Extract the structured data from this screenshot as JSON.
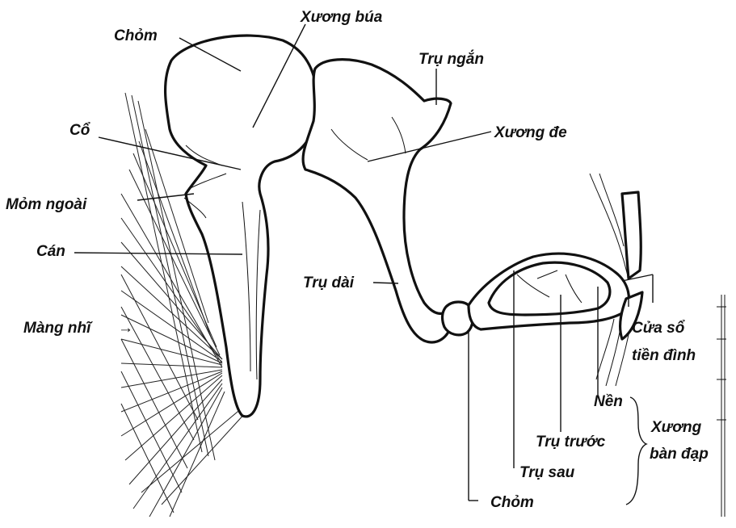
{
  "labels": {
    "malleus": "Xương búa",
    "malleus_head": "Chỏm",
    "neck": "Cổ",
    "lateral_process": "Mỏm ngoài",
    "handle": "Cán",
    "eardrum": "Màng nhĩ",
    "short_process": "Trụ ngắn",
    "incus": "Xương đe",
    "long_process": "Trụ dài",
    "oval_window_line1": "Cửa sổ",
    "oval_window_line2": "tiền đình",
    "footplate": "Nền",
    "stapes_line1": "Xương",
    "stapes_line2": "bàn đạp",
    "anterior_crus": "Trụ trước",
    "posterior_crus": "Trụ sau",
    "stapes_head": "Chỏm",
    "arrow_glyph": "→"
  },
  "colors": {
    "ink": "#111111",
    "background": "#ffffff"
  }
}
